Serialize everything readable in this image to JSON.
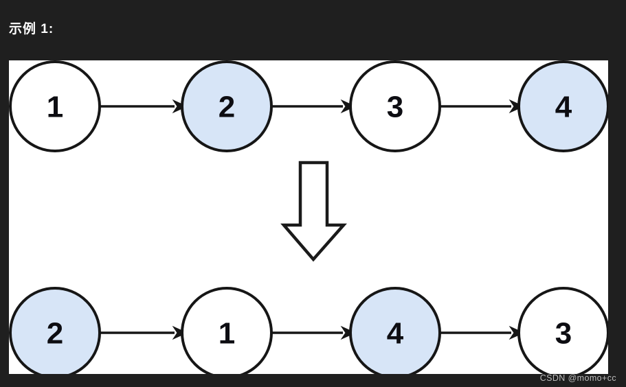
{
  "page": {
    "background_color": "#1f1f1f",
    "panel_background": "#ffffff"
  },
  "header": {
    "title": "示例 1:"
  },
  "diagram": {
    "node_stroke_color": "#161616",
    "node_white_fill": "#ffffff",
    "node_blue_fill": "#d7e5f7",
    "transform_arrow": "down-arrow",
    "rows": [
      {
        "name": "input-list",
        "nodes": [
          {
            "label": "1",
            "fill": "white"
          },
          {
            "label": "2",
            "fill": "blue"
          },
          {
            "label": "3",
            "fill": "white"
          },
          {
            "label": "4",
            "fill": "blue"
          }
        ]
      },
      {
        "name": "output-list",
        "nodes": [
          {
            "label": "2",
            "fill": "blue"
          },
          {
            "label": "1",
            "fill": "white"
          },
          {
            "label": "4",
            "fill": "blue"
          },
          {
            "label": "3",
            "fill": "white"
          }
        ]
      }
    ]
  },
  "watermark": {
    "text": "CSDN @momo+cc"
  }
}
